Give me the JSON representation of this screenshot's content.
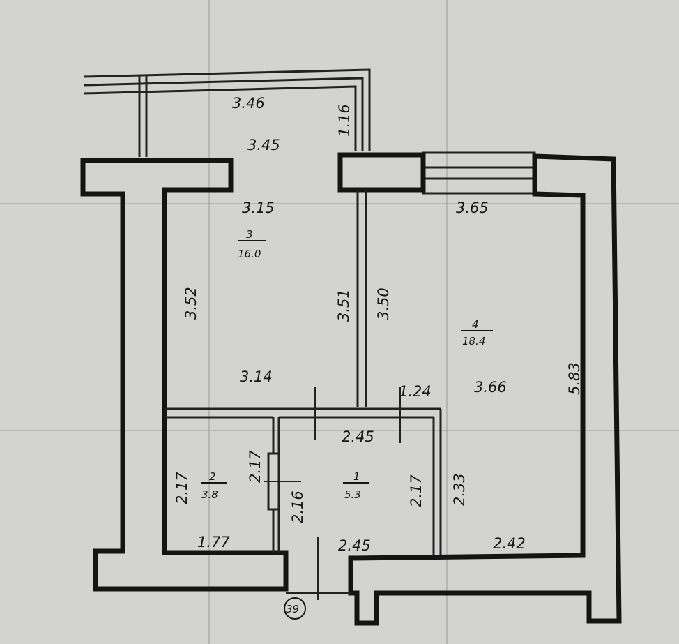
{
  "colors": {
    "paper": "#d3d3d1",
    "ink": "#161616"
  },
  "dimensions": {
    "balcony_top": "3.46",
    "balcony_bottom": "3.45",
    "balcony_side": "1.16",
    "room3_top": "3.15",
    "room3_left": "3.52",
    "room3_right": "3.51",
    "room3_bottom": "3.14",
    "room4_top": "3.65",
    "room4_left": "3.50",
    "room4_right": "5.83",
    "room4_inner": "3.66",
    "room4_step": "1.24",
    "hall_top": "2.45",
    "room2_left": "2.17",
    "room2_right": "2.17",
    "room2_bottom": "1.77",
    "hall_left": "2.16",
    "hall_right": "2.17",
    "hall_bottom": "2.45",
    "kitchen_step": "2.33",
    "room4_bottom": "2.42"
  },
  "rooms": {
    "room1": {
      "number": "1",
      "area": "5.3"
    },
    "room2": {
      "number": "2",
      "area": "3.8"
    },
    "room3": {
      "number": "3",
      "area": "16.0"
    },
    "room4": {
      "number": "4",
      "area": "18.4"
    }
  },
  "apartment_number": "39"
}
